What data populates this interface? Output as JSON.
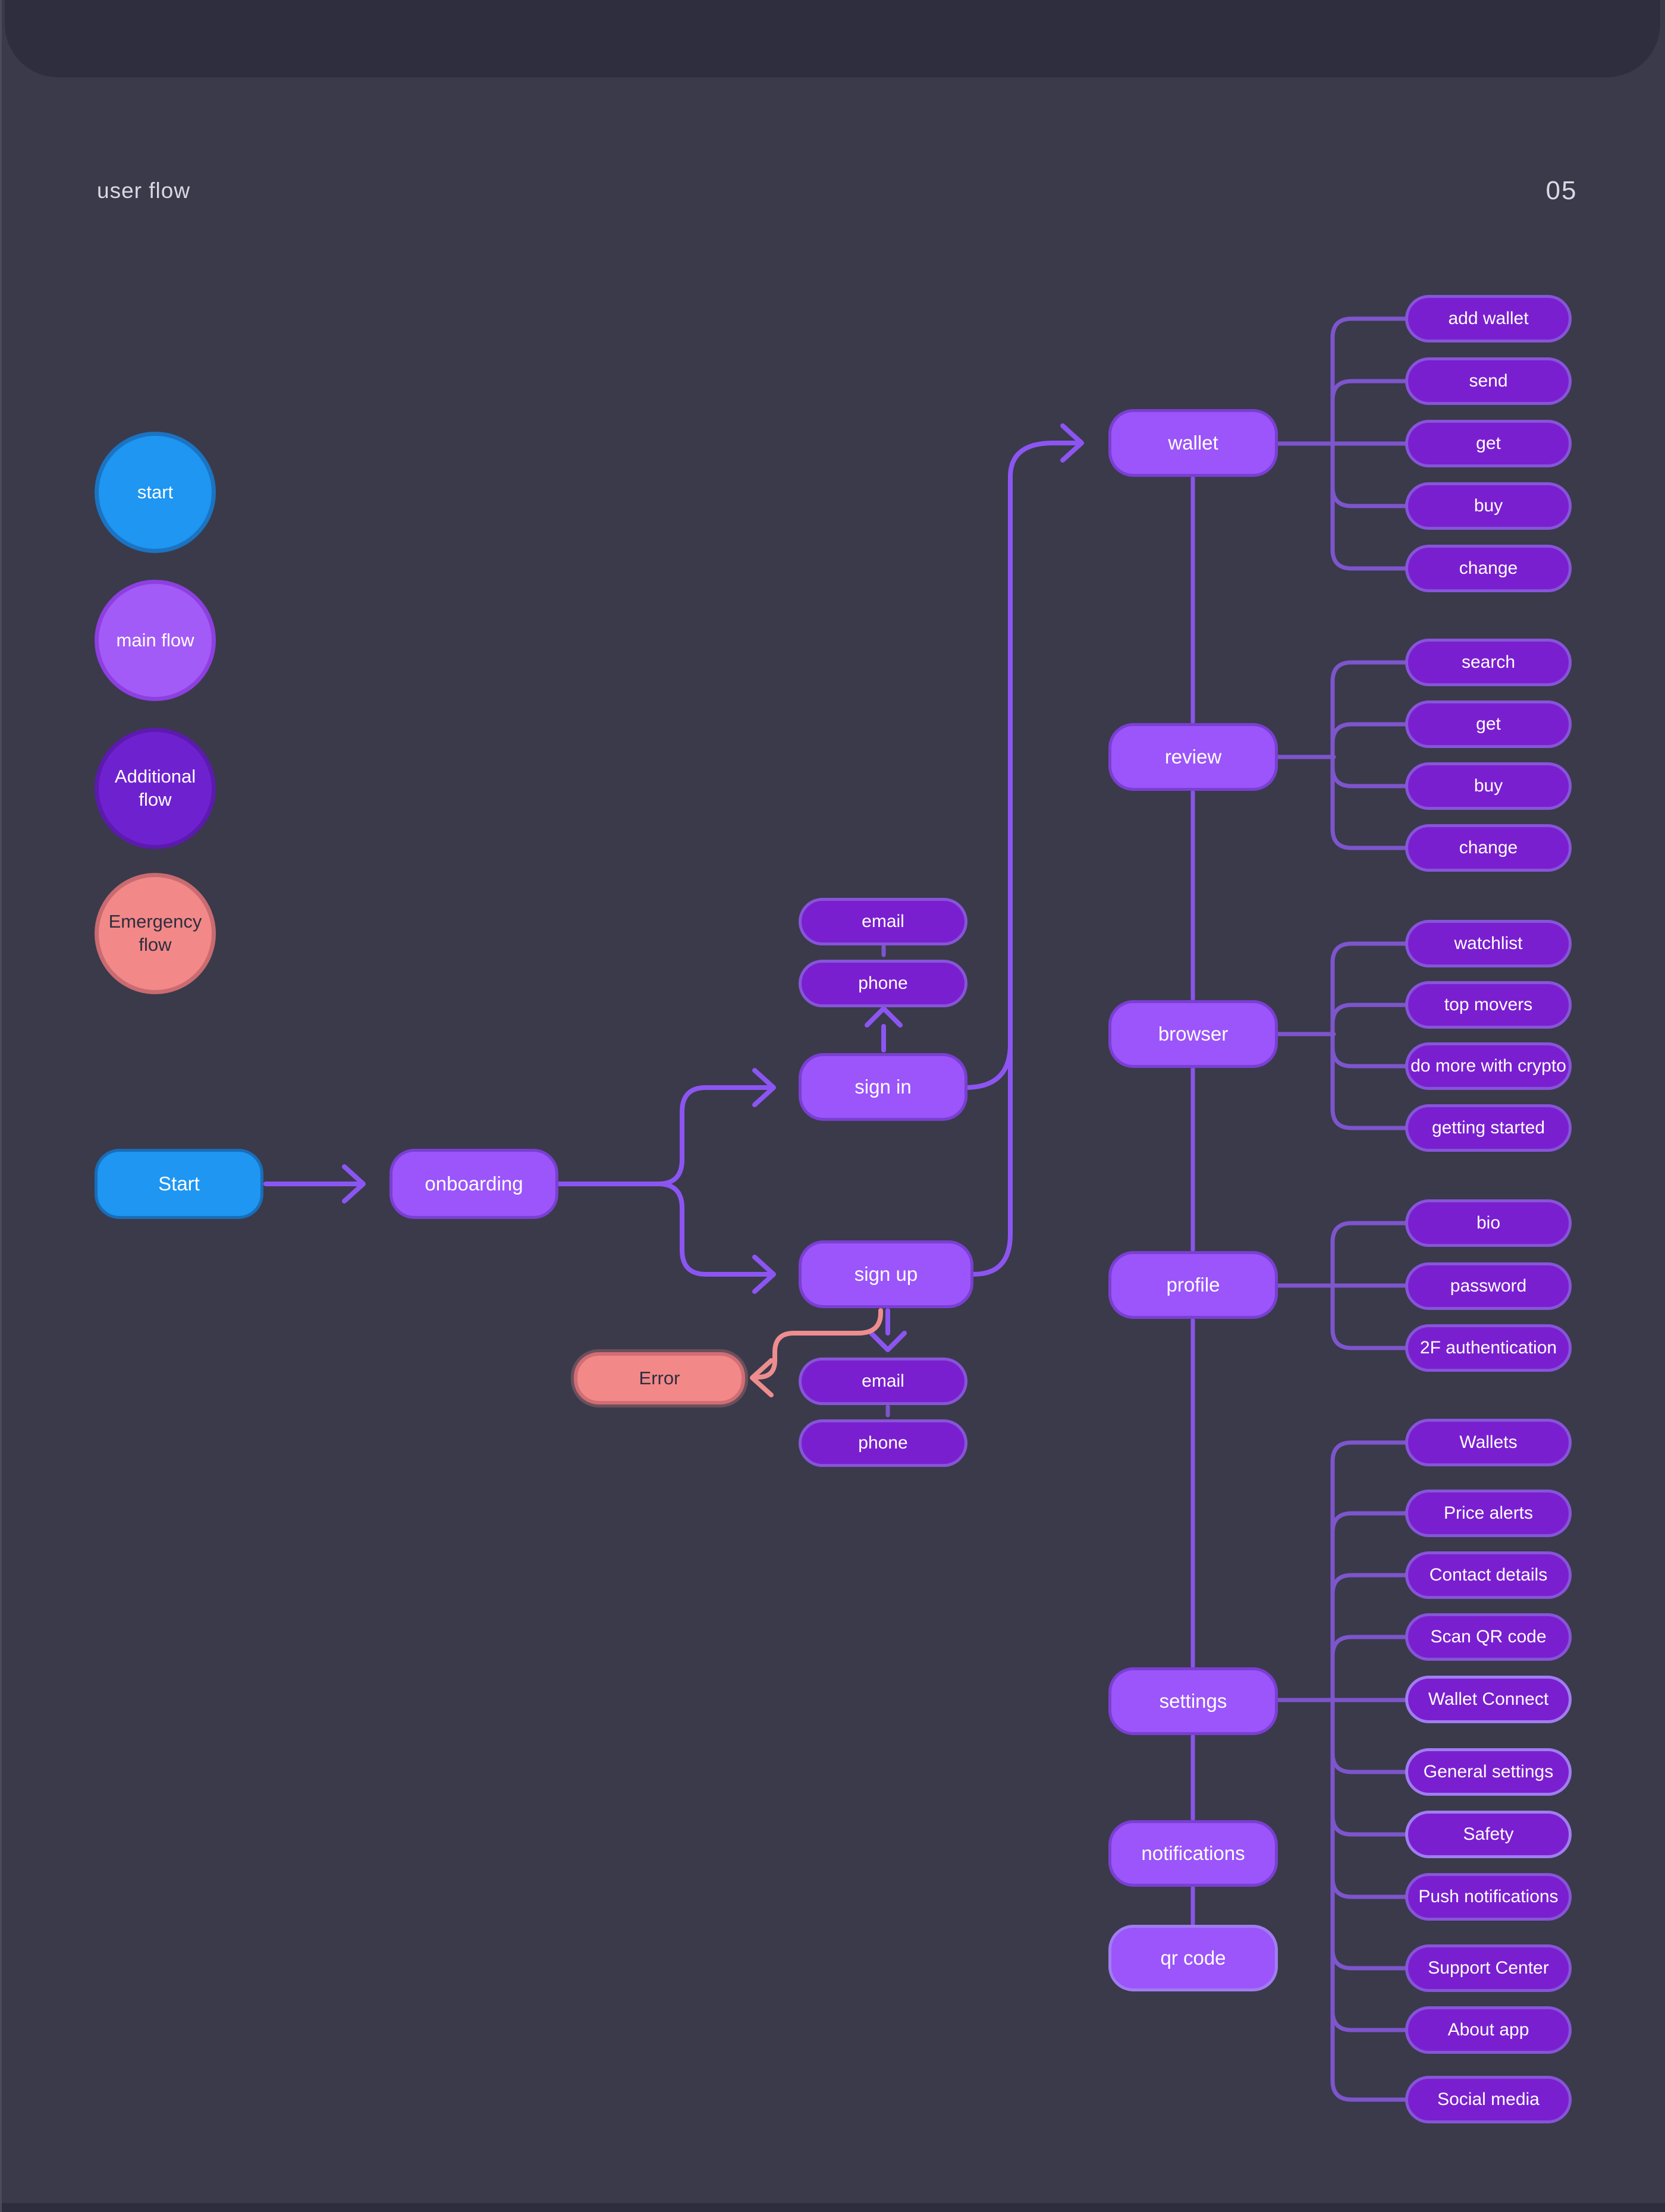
{
  "page": {
    "title": "user flow",
    "page_number": "05"
  },
  "legend": {
    "start": "start",
    "main": "main flow",
    "additional": "Additional\nflow",
    "emergency": "Emergency\nflow"
  },
  "flow": {
    "start": "Start",
    "onboarding": "onboarding",
    "sign_in": "sign in",
    "sign_up": "sign up",
    "sign_in_email": "email",
    "sign_in_phone": "phone",
    "sign_up_email": "email",
    "sign_up_phone": "phone",
    "error": "Error"
  },
  "branches": {
    "wallet": {
      "label": "wallet",
      "children": [
        "add wallet",
        "send",
        "get",
        "buy",
        "change"
      ]
    },
    "review": {
      "label": "review",
      "children": [
        "search",
        "get",
        "buy",
        "change"
      ]
    },
    "browser": {
      "label": "browser",
      "children": [
        "watchlist",
        "top movers",
        "do more with crypto",
        "getting started"
      ]
    },
    "profile": {
      "label": "profile",
      "children": [
        "bio",
        "password",
        "2F authentication"
      ]
    },
    "settings": {
      "label": "settings",
      "children": [
        "Wallets",
        "Price alerts",
        "Contact details",
        "Scan QR code",
        "Wallet Connect",
        "General settings",
        "Safety",
        "Push notifications",
        "Support Center",
        "About app",
        "Social media"
      ]
    },
    "notifications": {
      "label": "notifications"
    },
    "qr_code": {
      "label": "qr code"
    }
  },
  "colors": {
    "background": "#3a3a4b",
    "topbar": "#2e2e3f",
    "node_light": "#9b55fa",
    "node_dark": "#7a1fd0",
    "blue": "#1e96f2",
    "salmon": "#f28888",
    "line_main": "#8c55f2",
    "line_branch": "#7d55cc",
    "line_error": "#ee8d8d",
    "text_light": "#ffffff",
    "text_dark": "#2e2e3e"
  }
}
